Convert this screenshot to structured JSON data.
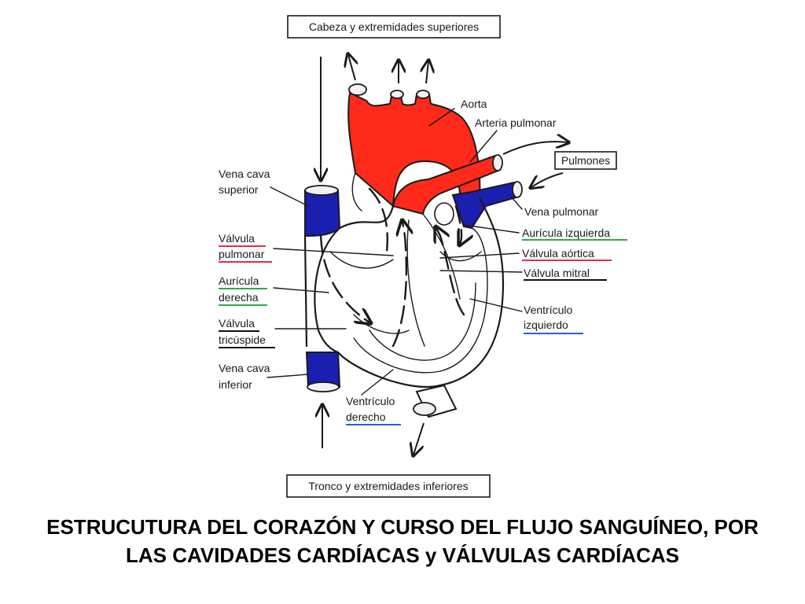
{
  "colors": {
    "arterial": "#ff2a1a",
    "venous": "#1b1fb0",
    "underline_red": "#e0304a",
    "underline_green": "#2ea84a",
    "underline_blue": "#2a5fd0",
    "underline_black": "#111111"
  },
  "boxes": {
    "top": "Cabeza y extremidades superiores",
    "bottom": "Tronco y extremidades inferiores",
    "lungs": "Pulmones"
  },
  "labels": {
    "aorta": "Aorta",
    "pulmonary_artery": "Arteria pulmonar",
    "superior_vena_cava_1": "Vena cava",
    "superior_vena_cava_2": "superior",
    "pulmonary_valve_1": "Válvula",
    "pulmonary_valve_2": "pulmonar",
    "right_atrium_1": "Aurícula",
    "right_atrium_2": "derecha",
    "tricuspid_valve_1": "Válvula",
    "tricuspid_valve_2": "tricúspide",
    "inferior_vena_cava_1": "Vena cava",
    "inferior_vena_cava_2": "inferior",
    "pulmonary_vein": "Vena pulmonar",
    "left_atrium": "Aurícula izquierda",
    "aortic_valve": "Válvula aórtica",
    "mitral_valve": "Válvula mitral",
    "left_ventricle_1": "Ventrículo",
    "left_ventricle_2": "izquierdo",
    "right_ventricle_1": "Ventrículo",
    "right_ventricle_2": "derecho"
  },
  "caption": "ESTRUCUTURA DEL CORAZÓN Y CURSO DEL FLUJO SANGUÍNEO, POR LAS CAVIDADES CARDÍACAS y VÁLVULAS CARDÍACAS"
}
